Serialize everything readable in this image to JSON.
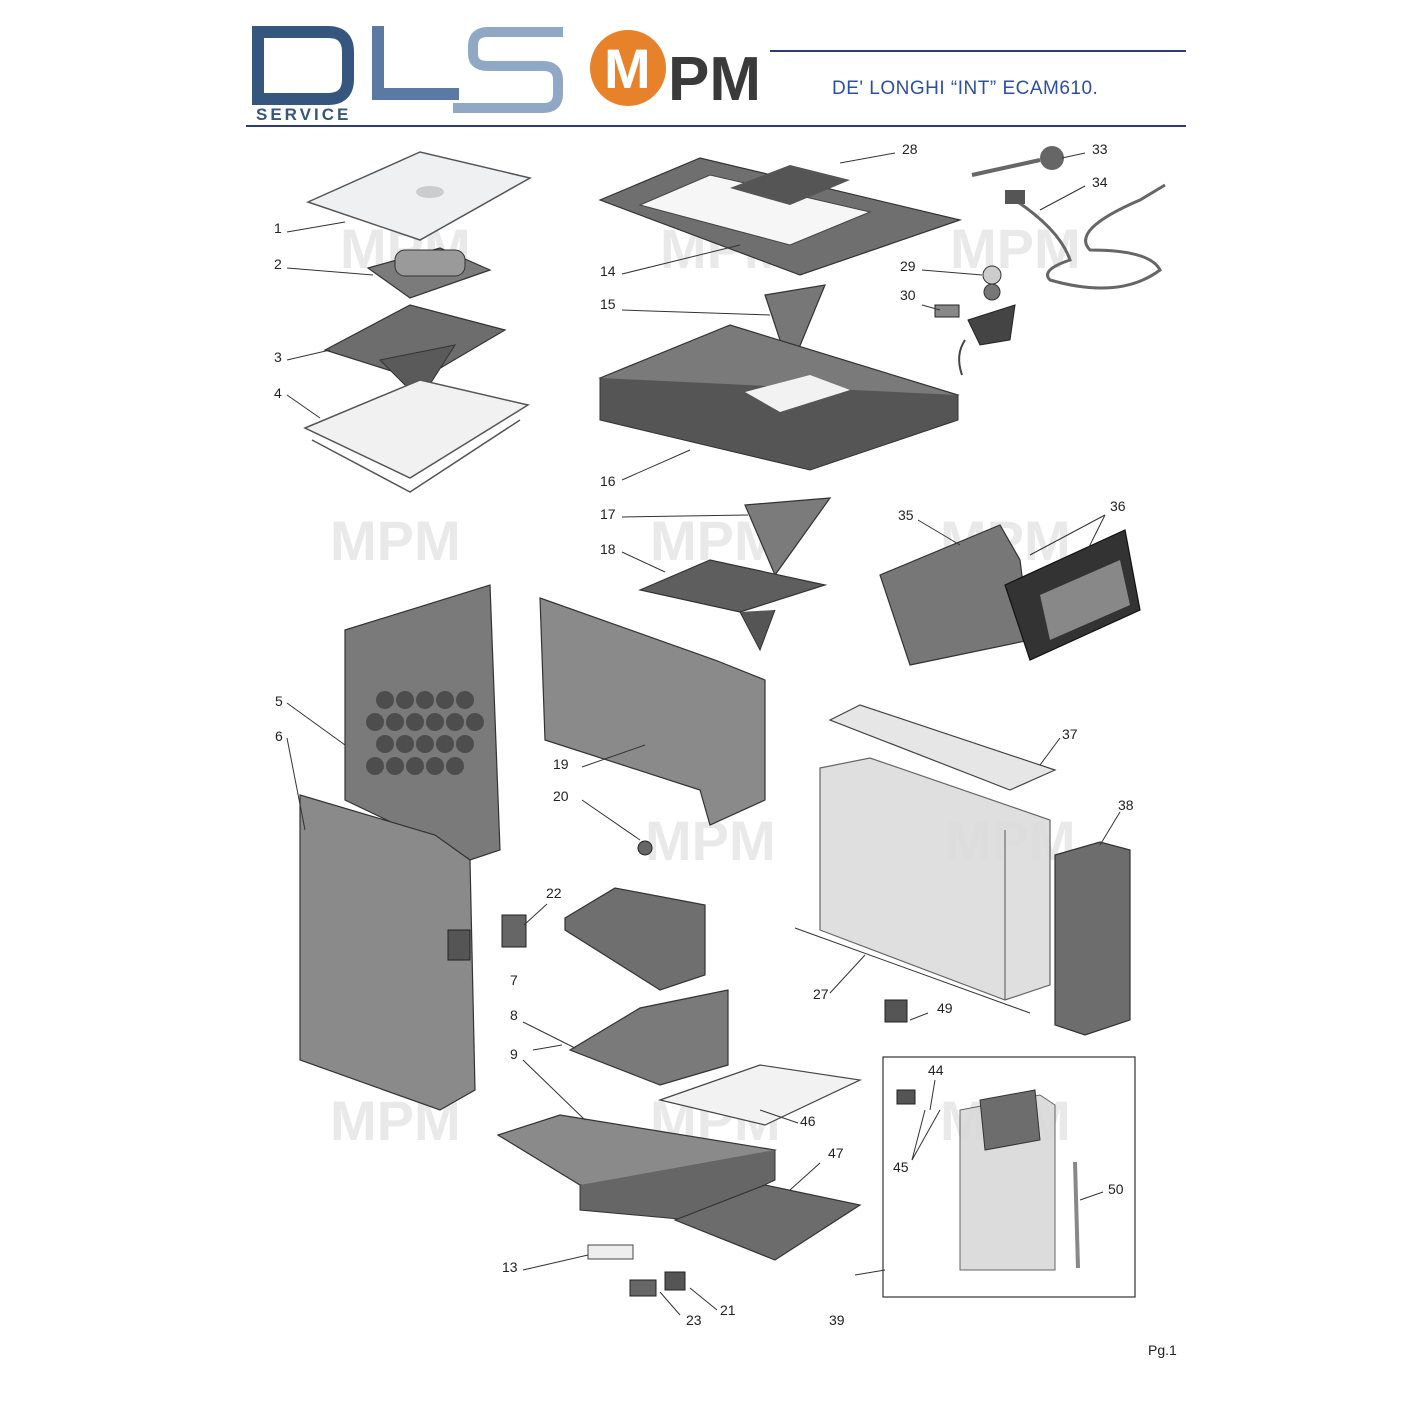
{
  "header": {
    "logo_dls_letters": "DLS",
    "logo_dls_sub": "SERVICE",
    "logo_mpm_letter": "M",
    "logo_mpm_rest": "PM",
    "title": "DE' LONGHI  “INT”  ECAM610."
  },
  "watermark": "MPM",
  "part_numbers": [
    "1",
    "2",
    "3",
    "4",
    "5",
    "6",
    "7",
    "8",
    "9",
    "13",
    "14",
    "15",
    "16",
    "17",
    "18",
    "19",
    "20",
    "21",
    "22",
    "23",
    "27",
    "28",
    "29",
    "30",
    "33",
    "34",
    "35",
    "36",
    "37",
    "38",
    "39",
    "44",
    "45",
    "46",
    "47",
    "49",
    "50"
  ],
  "footer": {
    "page": "Pg.1"
  },
  "colors": {
    "dls_blue": "#35567f",
    "dls_light": "#8fa8c5",
    "mpm_orange": "#e8822a",
    "mpm_dark": "#3a3a3a",
    "title_blue": "#2e4fa0",
    "rule": "#2c3e6e"
  }
}
